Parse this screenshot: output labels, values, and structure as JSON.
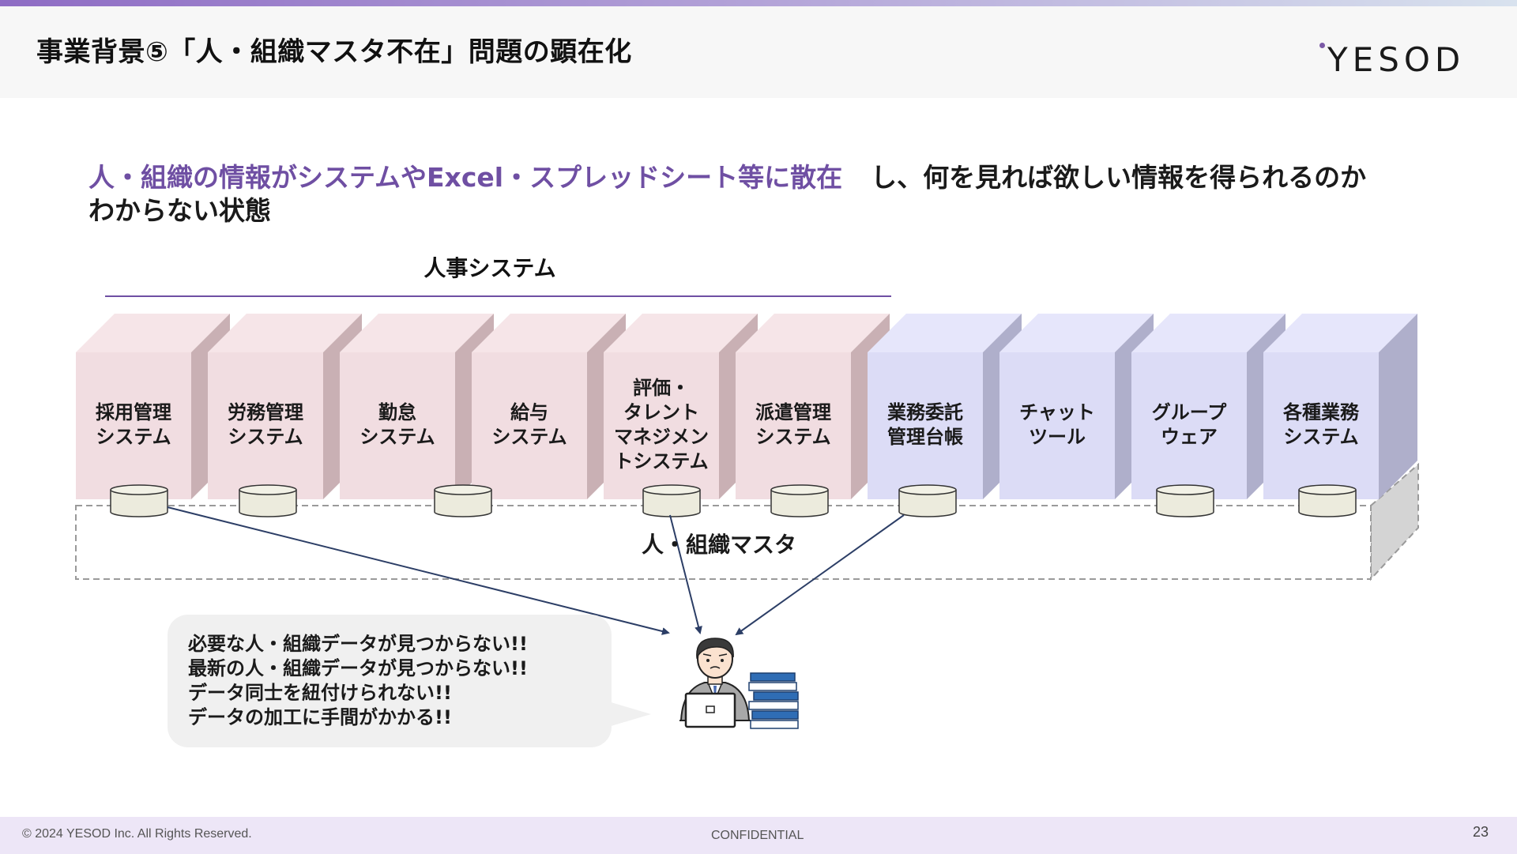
{
  "header": {
    "title": "事業背景⑤「人・組織マスタ不在」問題の顕在化",
    "logo_text": "YESOD"
  },
  "lead": {
    "highlight": "人・組織の情報がシステムやExcel・スプレッドシート等に散在",
    "rest_line1": "し、何を見れば欲しい情報を得られるのか",
    "line2": "わからない状態"
  },
  "diagram": {
    "hr_group_label": "人事システム",
    "master_label": "人・組織マスタ",
    "systems": [
      {
        "lines": [
          "採用管理",
          "システム"
        ],
        "group": "hr"
      },
      {
        "lines": [
          "労務管理",
          "システム"
        ],
        "group": "hr"
      },
      {
        "lines": [
          "勤怠",
          "システム"
        ],
        "group": "hr"
      },
      {
        "lines": [
          "給与",
          "システム"
        ],
        "group": "hr"
      },
      {
        "lines": [
          "評価・",
          "タレント",
          "マネジメン",
          "トシステム"
        ],
        "group": "hr"
      },
      {
        "lines": [
          "派遣管理",
          "システム"
        ],
        "group": "hr"
      },
      {
        "lines": [
          "業務委託",
          "管理台帳"
        ],
        "group": "other"
      },
      {
        "lines": [
          "チャット",
          "ツール"
        ],
        "group": "other"
      },
      {
        "lines": [
          "グループ",
          "ウェア"
        ],
        "group": "other"
      },
      {
        "lines": [
          "各種業務",
          "システム"
        ],
        "group": "other"
      }
    ],
    "colors": {
      "hr_front": "#f1dde1",
      "hr_top": "#f6e5e8",
      "hr_side": "#c9b0b4",
      "other_front": "#dcdcf6",
      "other_top": "#e6e6fb",
      "other_side": "#afafcb",
      "accent": "#6f4fa3",
      "arrow": "#2c3e66"
    }
  },
  "bubble": {
    "lines": [
      "必要な人・組織データが見つからない!!",
      "最新の人・組織データが見つからない!!",
      "データ同士を紐付けられない!!",
      "データの加工に手間がかかる!!"
    ]
  },
  "footer": {
    "copyright": "© 2024 YESOD Inc. All Rights Reserved.",
    "confidential": "CONFIDENTIAL",
    "page_number": "23"
  }
}
